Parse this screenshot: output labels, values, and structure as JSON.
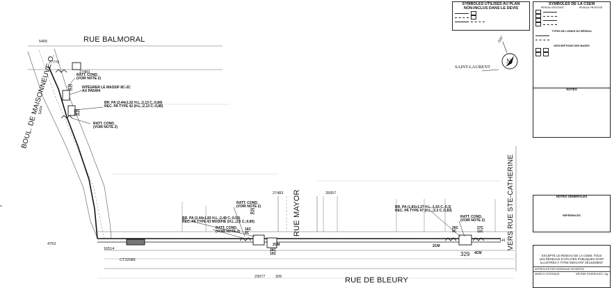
{
  "streets": {
    "balmoral": "RUE BALMORAL",
    "maisonneuve": "BOUL. DE MAISONNEUVE O.",
    "mayor": "RUE MAYOR",
    "bleury": "RUE DE BLEURY",
    "ste_catherine": "VERS RUE STE-CATHERINE",
    "saint_laurent": "SAINT-LAURENT"
  },
  "callouts": {
    "c1": [
      "RATT. COND.",
      "(VOIR NOTE 2)"
    ],
    "c2": [
      "INTÉGRER LE MASSIF 8C-2C",
      "AU PA5404"
    ],
    "c3": [
      "BR. PA (2,44x1,52 H.L.;2,13 C.;0,84)",
      "REC. PA TYPE 42 (H.L.;2,13 C.;0,86)"
    ],
    "c4": [
      "RATT. COND.",
      "(VOIR NOTE 2)"
    ],
    "c5": [
      "RATT. COND.",
      "(VOIR NOTE 2)"
    ],
    "c6": [
      "BR. PA (2,44x1,83 H.L.;2,49 C.;0,53)",
      "REC. PA TYPE 43 MODIFIÉ (H.L.;2,6 C.;0,85)"
    ],
    "c7": [
      "RATT. COND.",
      "(VOIR NOTE 2)"
    ],
    "c8": [
      "BR. PA (1,83x1,37 H.L.;1,63 C.;0,3)",
      "REC. PA TYPE 47 (H.L.;2,3 C.;0,83)"
    ],
    "c9": [
      "RATT. COND.",
      "(VOIR NOTE 2)"
    ]
  },
  "numbers": {
    "n5405": "5405",
    "n27776": "27776",
    "n27483a": "27483",
    "n5404": "5404",
    "n4753": "4753",
    "n16514": "16514",
    "nCT22085": "CT22085",
    "n27483b": "27483",
    "n26057": "26057",
    "n329": "329",
    "n23077": "23077",
    "n326": "326",
    "n141": "141",
    "nord": "N",
    "deg": "035°"
  },
  "duct_counts": {
    "a": [
      "2C",
      "6C"
    ],
    "b": [
      "16C",
      "12C"
    ],
    "c": [
      "16C",
      "6C"
    ],
    "d": [
      "2C",
      "6C"
    ],
    "e": [
      "2CM"
    ],
    "f": [
      "26C",
      "10C"
    ],
    "g": [
      "26C",
      "9C"
    ],
    "h": [
      "27C",
      "11C"
    ],
    "i": [
      "2CM"
    ],
    "j": [
      "4CM"
    ]
  },
  "legend": {
    "title1": "SYMBOLES UTILISÉS AU PLAN",
    "title2": "NON-INCLUS DANS LE DEVIS",
    "title3": "SYMBOLES DE LA CSEM",
    "col1": "RÉSEAU EXISTANT",
    "col2": "RÉSEAU PROPOSÉ",
    "types_title": "TYPES DE LIGNES DU RÉSEAU",
    "desc_title": "DESCRIPTIONS DES BASES",
    "notes_title": "NOTES",
    "general_title": "NOTES GÉNÉRALES",
    "reference_title": "RÉFÉRENCES"
  },
  "titleblock": {
    "line1": "EXCEPTÉ LE RÉSEAU DE LA CSEM, TOUS",
    "line2": "LES RÉSEAUX D'UTILITÉS PUBLIQUES SONT",
    "line3": "ILLUSTRÉS À TITRE INDICATIF SEULEMENT",
    "approved": "APPROUVÉ PAR NORMAND GENDRON",
    "drawn": "MARCO LÉVESQUE",
    "checked": "HÉLÈNE RODRIGUEZ, ing."
  },
  "colors": {
    "ink": "#111111",
    "grey": "#7a7a7a",
    "light": "#b8b8b8"
  }
}
